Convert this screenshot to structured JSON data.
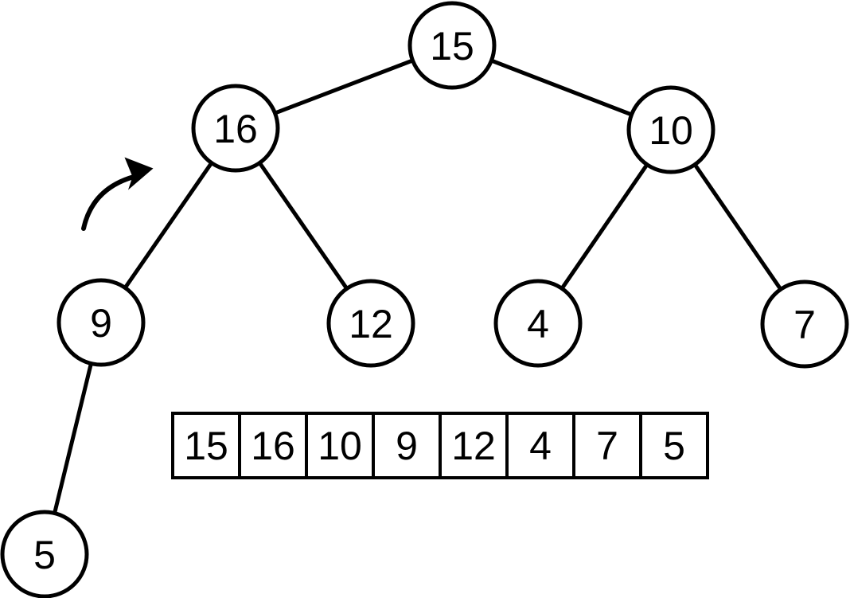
{
  "diagram_type": "binary-heap-tree-with-array",
  "colors": {
    "stroke": "#000000",
    "node_fill": "#ffffff",
    "background": "#ffffff"
  },
  "tree": {
    "nodes": [
      {
        "label": "15"
      },
      {
        "label": "16"
      },
      {
        "label": "10"
      },
      {
        "label": "9"
      },
      {
        "label": "12"
      },
      {
        "label": "4"
      },
      {
        "label": "7"
      },
      {
        "label": "5"
      }
    ],
    "edges": [
      [
        "15",
        "16"
      ],
      [
        "15",
        "10"
      ],
      [
        "16",
        "9"
      ],
      [
        "16",
        "12"
      ],
      [
        "10",
        "4"
      ],
      [
        "10",
        "7"
      ],
      [
        "9",
        "5"
      ]
    ],
    "arrow": {
      "type": "curved-arrow",
      "points_at_node": "16"
    }
  },
  "array": {
    "cells": [
      "15",
      "16",
      "10",
      "9",
      "12",
      "4",
      "7",
      "5"
    ]
  }
}
